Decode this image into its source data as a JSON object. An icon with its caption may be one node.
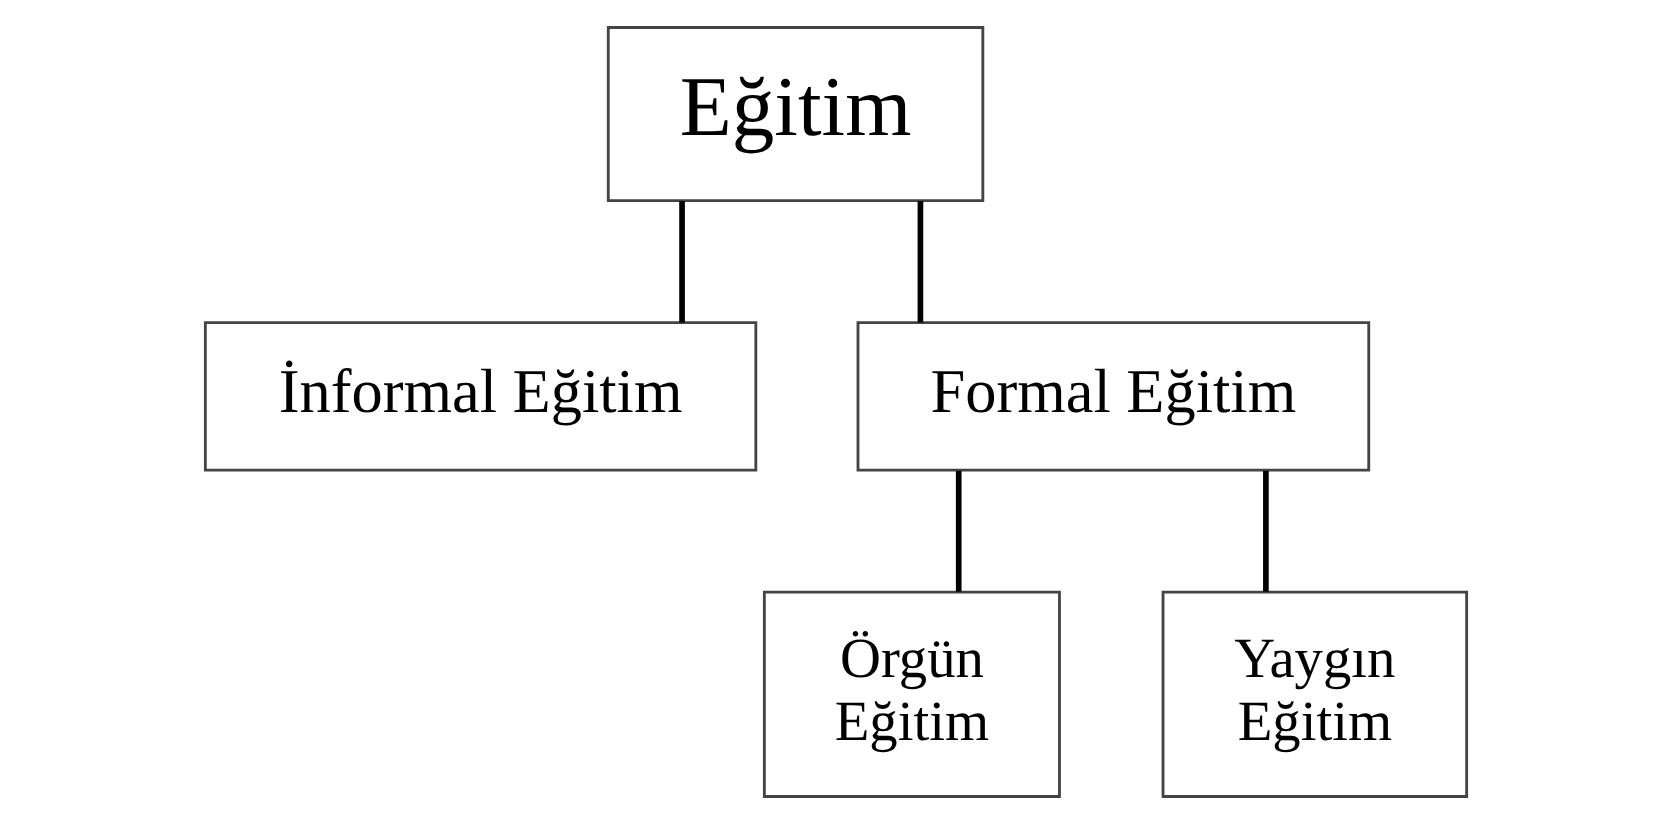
{
  "diagram": {
    "nodes": [
      {
        "text": [
          "Eğitim"
        ]
      },
      {
        "text": [
          "İnformal Eğitim"
        ]
      },
      {
        "text": [
          "Formal Eğitim"
        ]
      },
      {
        "text": [
          "Örgün Eğitim"
        ]
      },
      {
        "text": [
          "Yaygın Eğitim"
        ]
      }
    ],
    "edges": [
      {
        "from": 0,
        "to": 1,
        "arrow": "none"
      },
      {
        "from": 0,
        "to": 2,
        "arrow": "none"
      },
      {
        "from": 2,
        "to": 3,
        "arrow": "none"
      },
      {
        "from": 2,
        "to": 4,
        "arrow": "none"
      }
    ]
  }
}
